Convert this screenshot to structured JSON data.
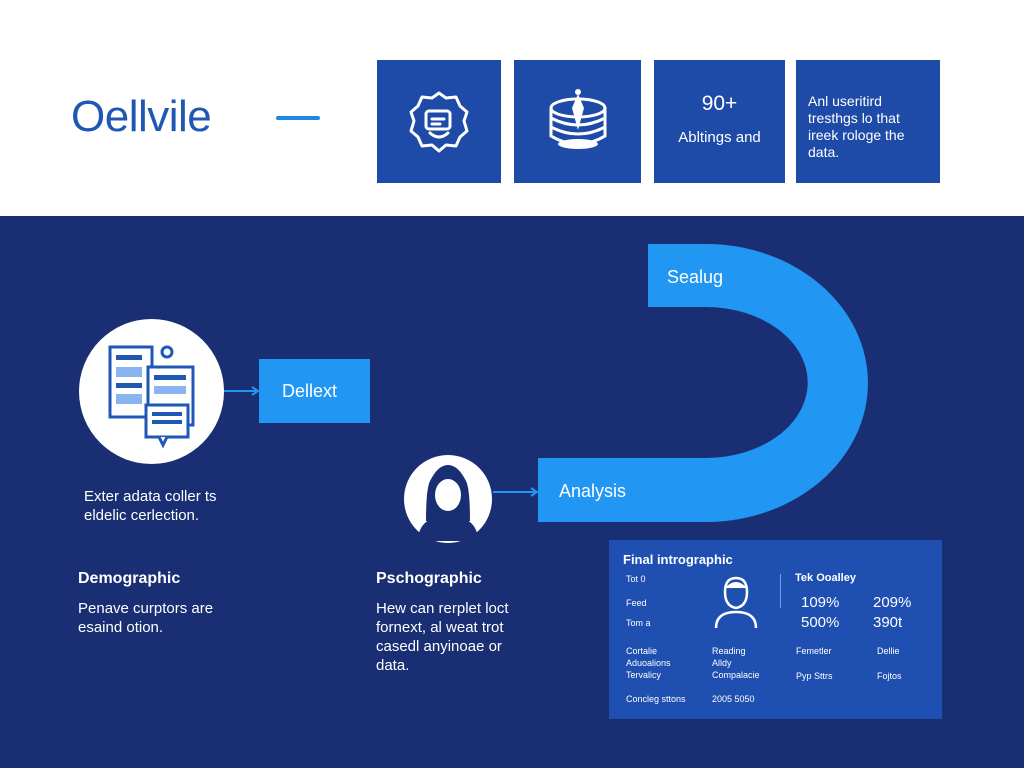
{
  "header": {
    "brand": "Oellvile",
    "tiles": {
      "stat_number": "90+",
      "stat_label": "Abltings and",
      "text_lines": [
        "Anl useritird",
        "tresthgs lo that",
        "ireek rologe the",
        "data."
      ]
    }
  },
  "flow": {
    "box_top": "Dellext",
    "arc_top_label": "Sealug",
    "arc_bottom_label": "Analysis"
  },
  "left_caption": [
    "Exter adata coller ts",
    "eldelic cerlection."
  ],
  "demographic": {
    "heading": "Demographic",
    "text": [
      "Penave curptors are",
      "esaind otion."
    ]
  },
  "psychographic": {
    "heading": "Pschographic",
    "text": [
      "Hew can rerplet loct",
      "fornext, al weat trot",
      "casedl anyinoae or",
      "data."
    ]
  },
  "panel": {
    "title": "Final intrographic",
    "left_rows": [
      "Tot 0",
      "Feed",
      "Tom a"
    ],
    "bottom_left": [
      "Cortalie",
      "Aduoalions",
      "Tervalicy"
    ],
    "bottom_mid": [
      "Reading",
      "Alldy",
      "Compalacie"
    ],
    "bottom_right_1": "Femetler",
    "bottom_right_2": "Dellie",
    "bottom_right_3": "Pyp Sttrs",
    "bottom_right_4": "Fojtos",
    "footer_left": "Concleg sttons",
    "footer_right": "2005 5050",
    "right_title": "Tek Ooalley",
    "stats": [
      "109%",
      "209%",
      "500%",
      "390t"
    ]
  },
  "colors": {
    "navy_background": "#1a2f73",
    "tile_blue": "#1e4aa8",
    "accent_blue": "#2196f3",
    "brand_blue": "#1f57b4"
  },
  "icons": [
    "face-badge-icon",
    "database-drum-icon",
    "document-stack-icon",
    "user-avatar-icon",
    "person-icon"
  ]
}
